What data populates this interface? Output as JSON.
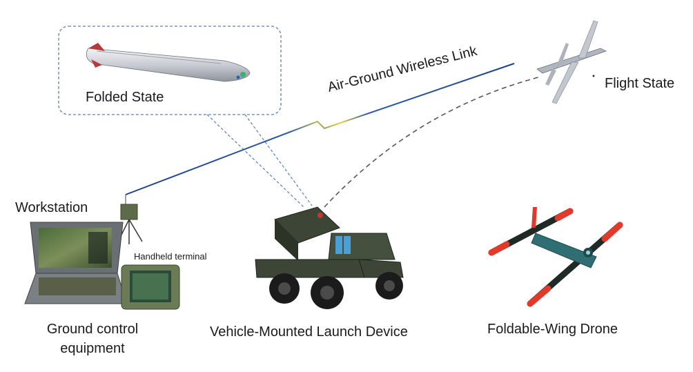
{
  "labels": {
    "folded_state": "Folded State",
    "air_ground_link": "Air-Ground Wireless Link",
    "flight_state": "Flight State",
    "workstation": "Workstation",
    "handheld_terminal": "Handheld terminal",
    "ground_control_line1": "Ground control",
    "ground_control_line2": "equipment",
    "vehicle_launch_device": "Vehicle-Mounted Launch Device",
    "foldable_wing_drone": "Foldable-Wing Drone"
  },
  "colors": {
    "dashed_callout": "#5b7fb0",
    "trajectory_dash": "#555555",
    "link_start": "#1e3f8a",
    "link_mid": "#e8d23a",
    "link_end": "#1e3f8a",
    "rotor_red": "#e23a2a",
    "drone_body": "#2f6f74",
    "vehicle_body": "#3c4536",
    "terminal_green": "#6a7b55"
  },
  "icons": [
    "folded-drone-icon",
    "flight-drone-icon",
    "antenna-tripod-icon",
    "laptop-workstation-icon",
    "handheld-terminal-icon",
    "launch-vehicle-icon",
    "foldable-wing-drone-icon"
  ]
}
